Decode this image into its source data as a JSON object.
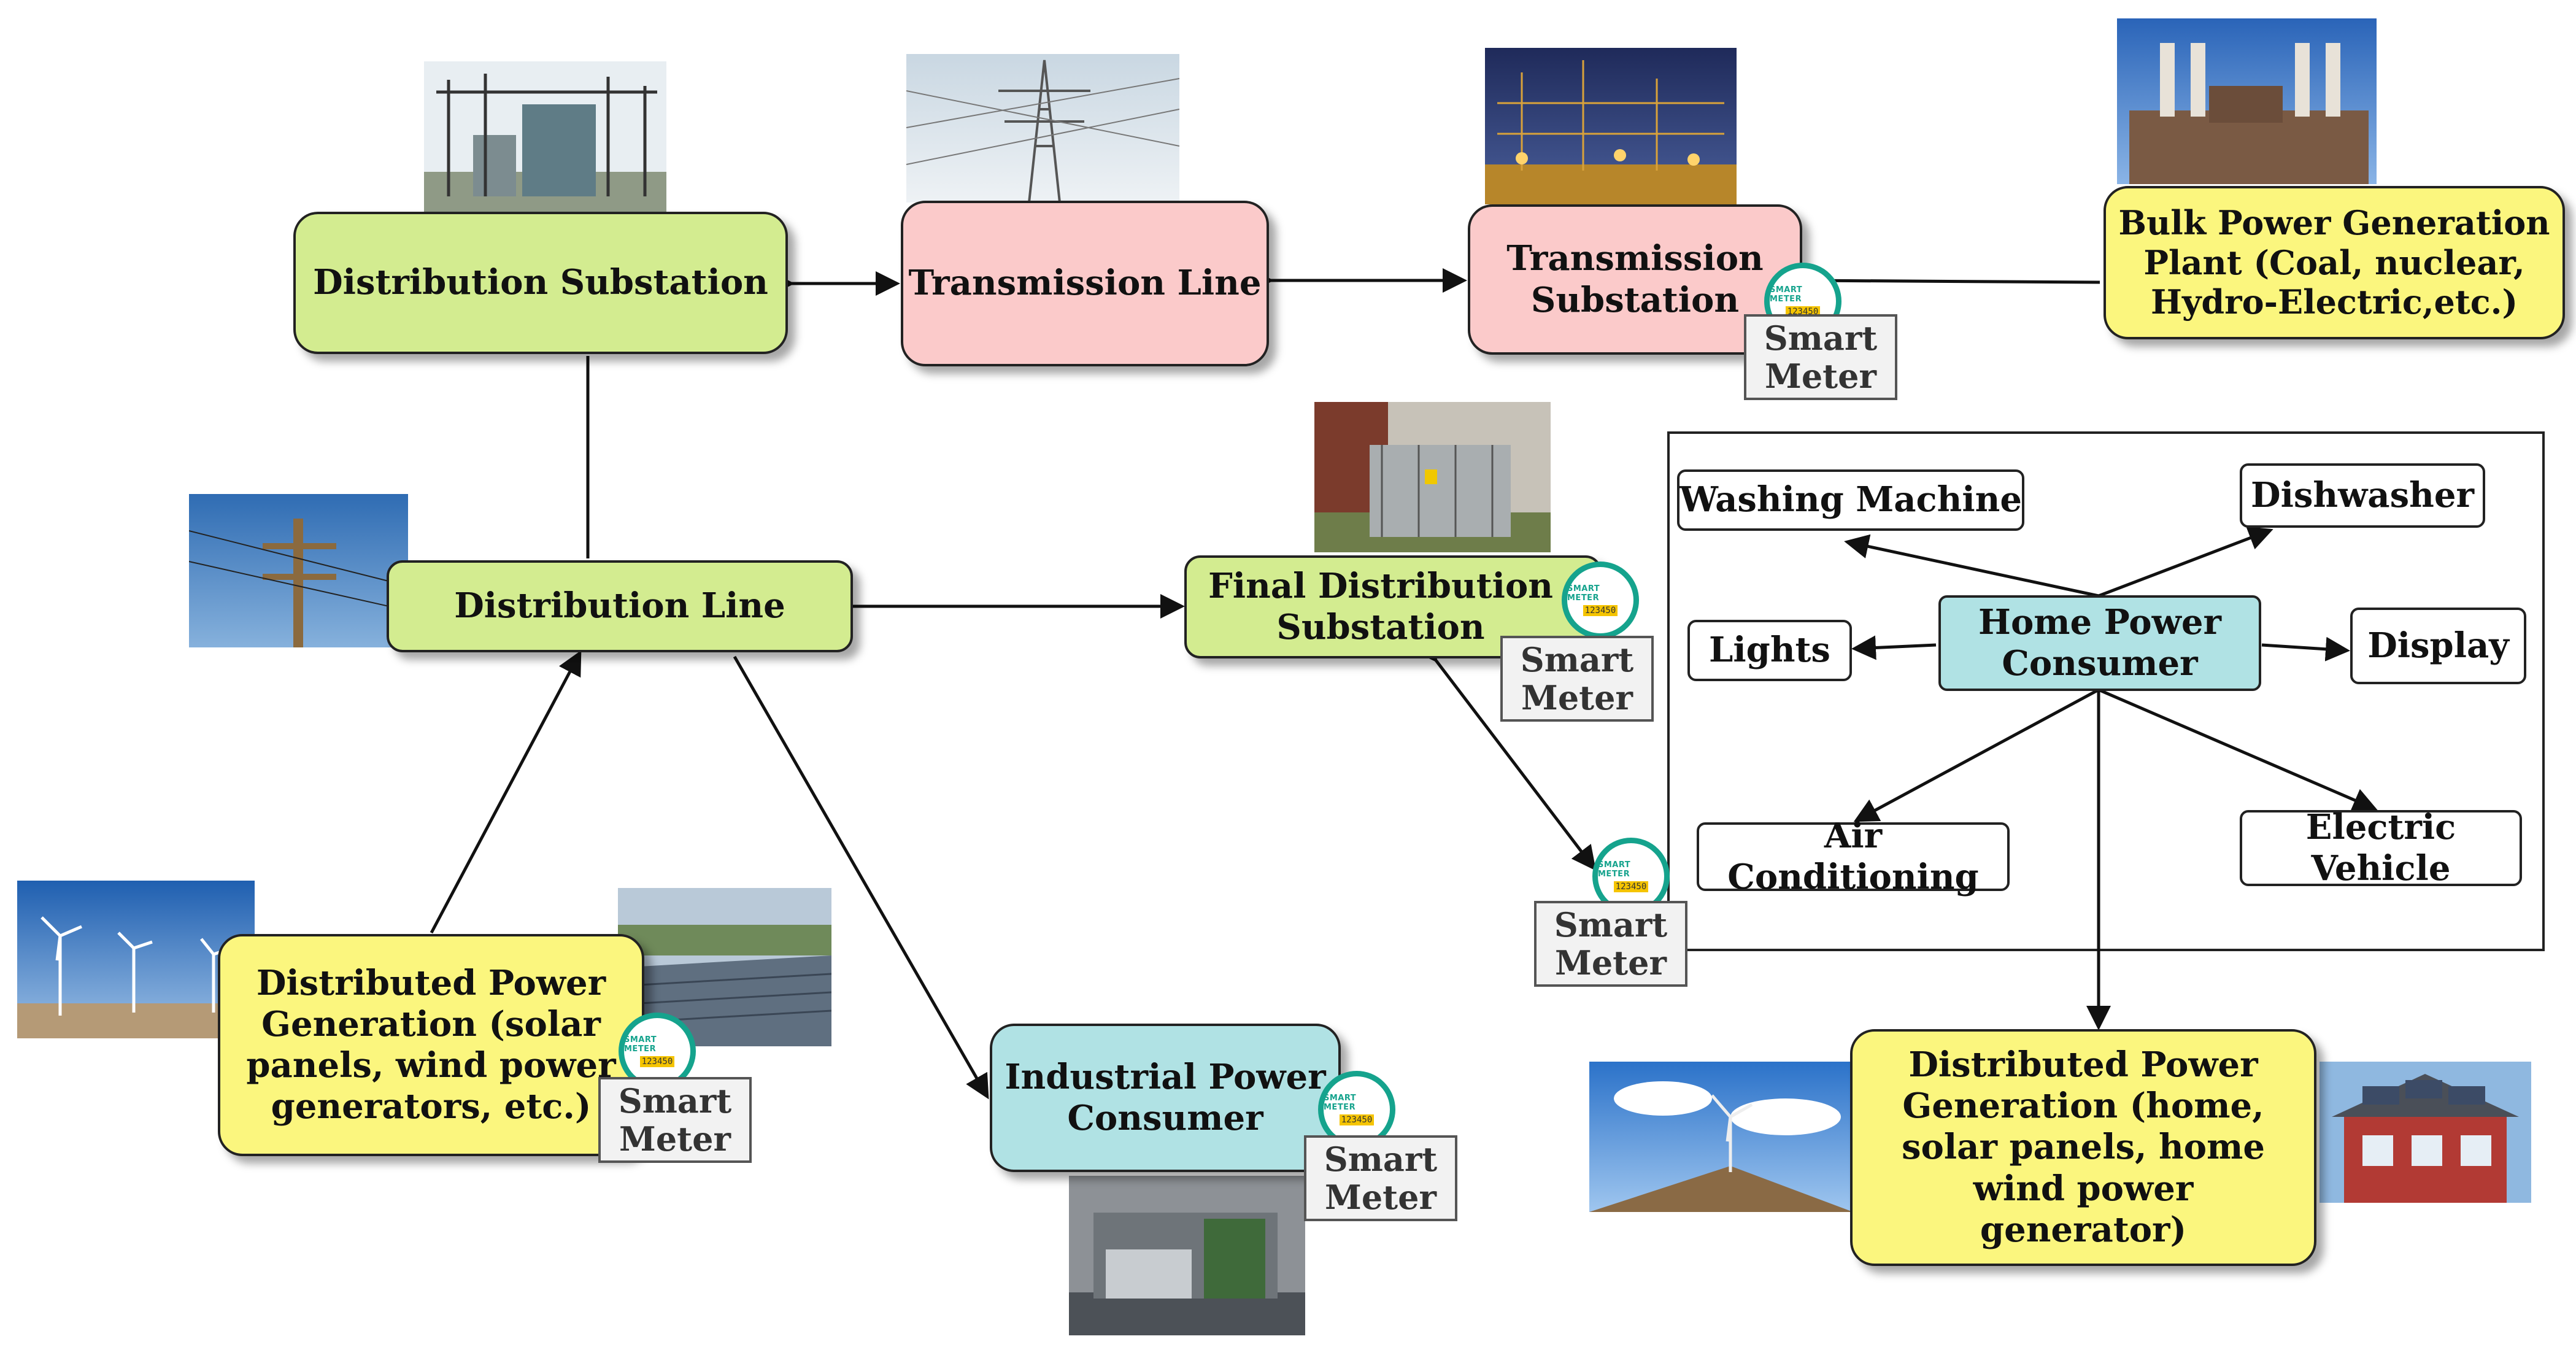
{
  "nodes": {
    "distribution_substation": "Distribution Substation",
    "transmission_line": "Transmission Line",
    "transmission_substation": "Transmission Substation",
    "bulk_power": "Bulk Power Generation Plant (Coal, nuclear, Hydro-Electric,etc.)",
    "distribution_line": "Distribution Line",
    "final_distribution_substation": "Final Distribution Substation",
    "distributed_generation_left": "Distributed Power Generation (solar panels, wind power generators, etc.)",
    "industrial_consumer": "Industrial Power Consumer",
    "home_consumer": "Home Power Consumer",
    "distributed_generation_home": "Distributed Power Generation (home, solar panels, home wind power generator)"
  },
  "appliances": {
    "washing_machine": "Washing Machine",
    "dishwasher": "Dishwasher",
    "lights": "Lights",
    "display": "Display",
    "air_conditioning": "Air Conditioning",
    "electric_vehicle": "Electric Vehicle"
  },
  "smart_meter": {
    "label": "Smart Meter",
    "icon_text": "SMART METER",
    "digits": "123450"
  },
  "icons": {
    "smart_meter_icon": "smart-meter-gauge",
    "photos": [
      "substation-photo",
      "transmission-tower-photo",
      "transmission-substation-night-photo",
      "power-plant-photo",
      "utility-pole-photo",
      "fenced-substation-photo",
      "wind-farm-photo",
      "solar-farm-photo",
      "industrial-interior-photo",
      "home-wind-turbine-photo",
      "solar-house-photo"
    ]
  },
  "colors": {
    "green": "#d3ec90",
    "pink": "#fbcaca",
    "yellow": "#fbf67e",
    "cyan": "#b0e2e4",
    "meter_ring": "#15a38d"
  }
}
